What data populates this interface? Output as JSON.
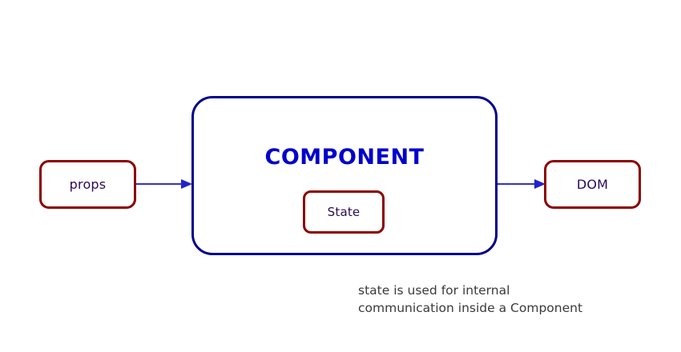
{
  "diagram": {
    "background_color": "#ffffff",
    "nodes": {
      "props": {
        "label": "props",
        "border_color": "#8B0000",
        "text_color": "#2B0A56"
      },
      "component": {
        "title": "COMPONENT",
        "border_color": "#00008B",
        "title_color": "#0000CC"
      },
      "state": {
        "label": "State",
        "border_color": "#8B0000",
        "text_color": "#2B0A56"
      },
      "dom": {
        "label": "DOM",
        "border_color": "#8B0000",
        "text_color": "#2B0A56"
      }
    },
    "arrows": [
      {
        "name": "props-to-component",
        "from": "props",
        "to": "component",
        "color": "#3333CC",
        "label": ""
      },
      {
        "name": "component-to-dom",
        "from": "component",
        "to": "dom",
        "color": "#3333CC",
        "label": ""
      }
    ],
    "caption": {
      "text": "state is used for internal\ncommunication inside a Component",
      "line_1": "state is used for internal",
      "line_2": "communication inside a Component",
      "color": "#3A3A3A"
    }
  }
}
